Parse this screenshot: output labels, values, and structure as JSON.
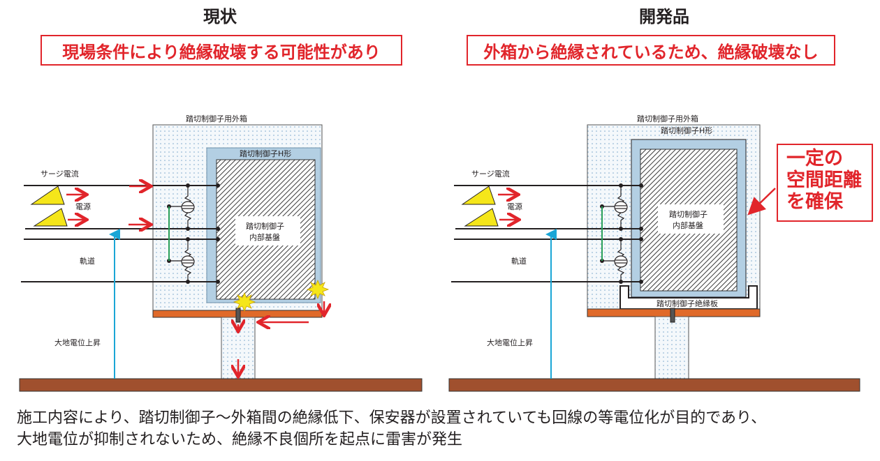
{
  "left_panel": {
    "title": "現状",
    "callout": "現場条件により絶縁破壊する可能性があり",
    "labels": {
      "outer_box": "踏切制御子用外箱",
      "h_type": "踏切制御子H形",
      "board_line1": "踏切制御子",
      "board_line2": "内部基盤",
      "surge": "サージ電流",
      "power": "電源",
      "track": "軌道",
      "ground_rise": "大地電位上昇"
    }
  },
  "right_panel": {
    "title": "開発品",
    "callout": "外箱から絶縁されているため、絶縁破壊なし",
    "labels": {
      "outer_box": "踏切制御子用外箱",
      "h_type": "踏切制御子H形",
      "board_line1": "踏切制御子",
      "board_line2": "内部基盤",
      "insulating_plate": "踏切制御子絶縁板",
      "surge": "サージ電流",
      "power": "電源",
      "track": "軌道",
      "ground_rise": "大地電位上昇"
    },
    "note": [
      "一定の",
      "空間距離",
      "を確保"
    ]
  },
  "caption": {
    "line1": "施工内容により、踏切制御子～外箱間の絶縁低下、保安器が設置されていても回線の等電位化が目的であり、",
    "line2": "大地電位が抑制されないため、絶縁不良個所を起点に雷害が発生"
  },
  "colors": {
    "accent_red": "#e1252b",
    "outer_box_fill": "#e8f1f8",
    "h_type_fill": "#b3cfe3",
    "base_plate": "#e06a2a",
    "ground": "#a0502e",
    "surge_triangle": "#f5e61a",
    "ground_rise_arrow": "#1aa6d6",
    "bond_wire": "#2aa05a"
  }
}
